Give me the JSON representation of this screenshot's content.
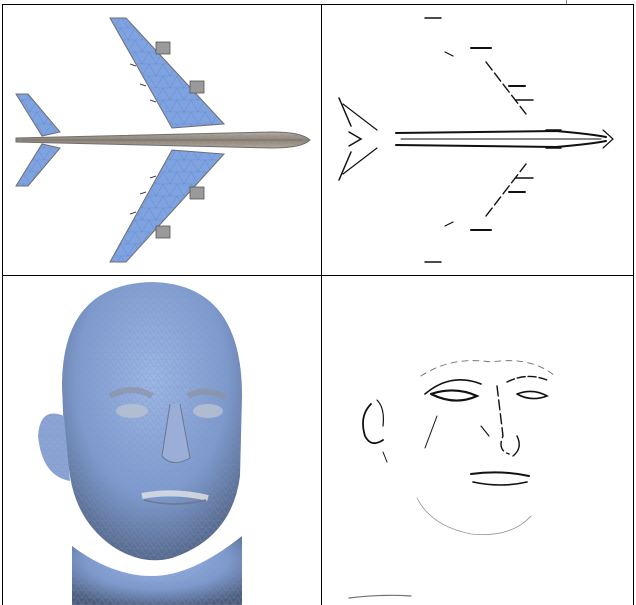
{
  "figure": {
    "panels": [
      {
        "name": "airplane-mesh",
        "kind": "shaded-mesh"
      },
      {
        "name": "airplane-lines",
        "kind": "line-drawing"
      },
      {
        "name": "head-mesh",
        "kind": "shaded-mesh"
      },
      {
        "name": "head-lines",
        "kind": "line-drawing"
      }
    ],
    "colors": {
      "mesh_blue": "#7fa3e0",
      "mesh_edge": "#5b7ec4",
      "fuselage_gray": "#9a8f80",
      "line_black": "#111111",
      "border": "#000000"
    }
  }
}
